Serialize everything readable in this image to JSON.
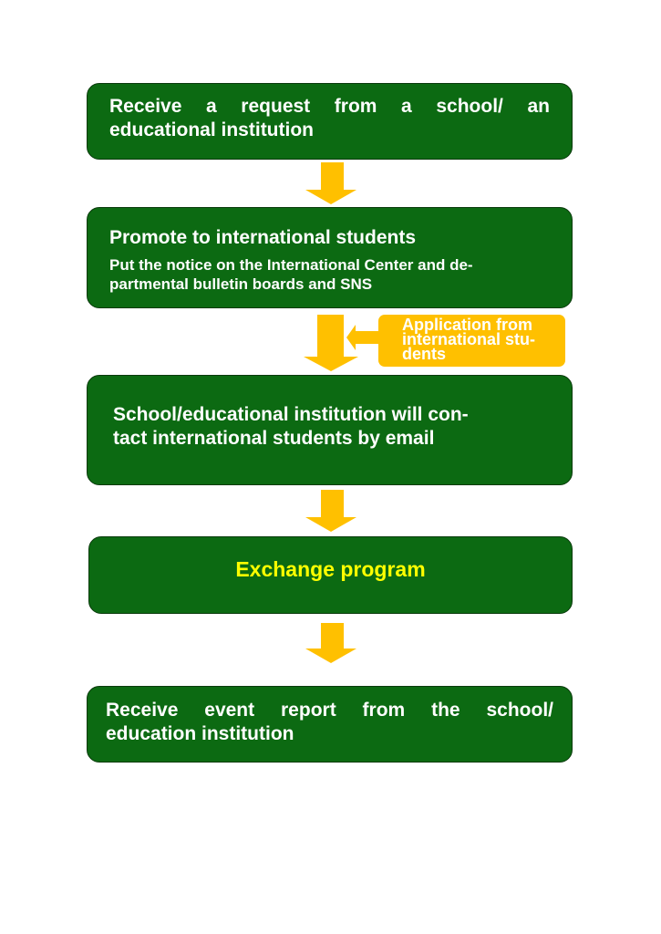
{
  "steps": [
    {
      "title": "Receive a request  from  a school/ an",
      "title2": "educational institution"
    },
    {
      "title": "Promote to international students",
      "detail": "Put the notice on the International Center and de-",
      "detail2": "partmental bulletin boards and SNS"
    },
    {
      "title": "School/educational institution will con-",
      "title2": "tact international students by email"
    },
    {
      "title": "Exchange program"
    },
    {
      "title": "Receive  event  report  from  the  school/",
      "title2": "education institution"
    }
  ],
  "callout": {
    "line1": "Application from",
    "line2": "international stu-",
    "line3": "dents"
  },
  "colors": {
    "box": "#0c6a12",
    "arrow": "#ffc000",
    "highlight": "#ffff00"
  }
}
